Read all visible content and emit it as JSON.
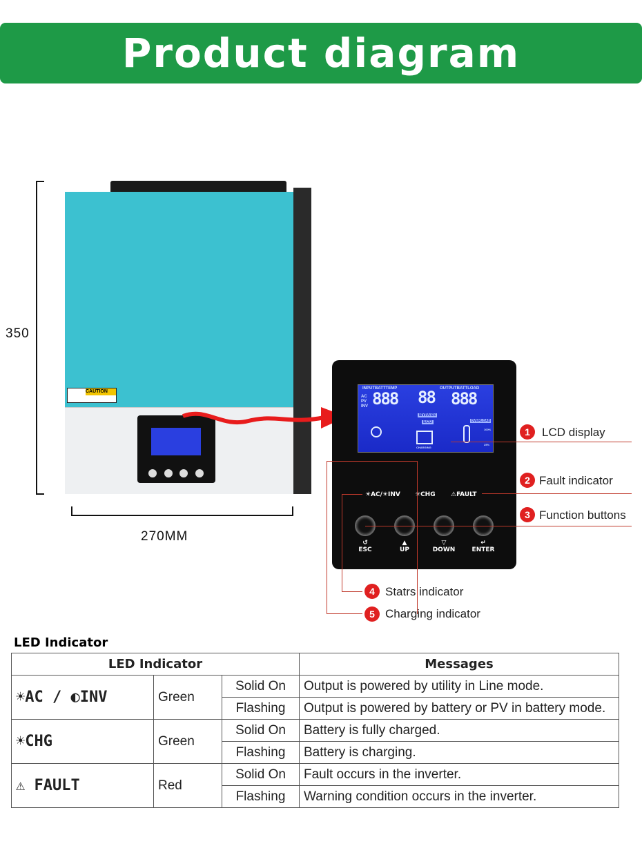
{
  "banner": {
    "title": "Product diagram"
  },
  "dimensions": {
    "height": "350",
    "width": "270MM"
  },
  "caution_label": "CAUTION",
  "lcd": {
    "left_header": "INPUTBATTTEMP",
    "right_header": "OUTPUTBATTLOAD",
    "left_digits": "888",
    "mid_digits": "88",
    "right_digits": "888",
    "bypass": "BYPASS",
    "eco": "ECO",
    "overload": "OVERLOAD",
    "charging": "CHARGING",
    "pct_100": "100%",
    "pct_25": "25%",
    "tags": [
      "AC",
      "PV",
      "INV"
    ]
  },
  "panel": {
    "indicators": {
      "ac_inv": "☀AC/☀INV",
      "chg": "☀CHG",
      "fault": "⚠FAULT"
    },
    "buttons": [
      {
        "label": "ESC",
        "glyph": "↺"
      },
      {
        "label": "UP",
        "glyph": "▲"
      },
      {
        "label": "DOWN",
        "glyph": "▽"
      },
      {
        "label": "ENTER",
        "glyph": "↵"
      }
    ]
  },
  "callouts": [
    {
      "num": "1",
      "text": "LCD display"
    },
    {
      "num": "2",
      "text": "Fault indicator"
    },
    {
      "num": "3",
      "text": "Function buttons"
    },
    {
      "num": "4",
      "text": "Statrs indicator"
    },
    {
      "num": "5",
      "text": "Charging indicator"
    }
  ],
  "table": {
    "title": "LED Indicator",
    "header_led": "LED Indicator",
    "header_messages": "Messages",
    "groups": [
      {
        "led": "☀AC / ◐INV",
        "color": "Green",
        "rows": [
          {
            "state": "Solid On",
            "message": "Output is powered by utility in Line mode."
          },
          {
            "state": "Flashing",
            "message": "Output is powered by battery or PV in battery mode."
          }
        ]
      },
      {
        "led": "☀CHG",
        "color": "Green",
        "rows": [
          {
            "state": "Solid On",
            "message": "Battery is fully charged."
          },
          {
            "state": "Flashing",
            "message": "Battery is charging."
          }
        ]
      },
      {
        "led": "⚠ FAULT",
        "color": "Red",
        "rows": [
          {
            "state": "Solid On",
            "message": "Fault occurs in the inverter."
          },
          {
            "state": "Flashing",
            "message": "Warning condition occurs in the inverter."
          }
        ]
      }
    ]
  }
}
